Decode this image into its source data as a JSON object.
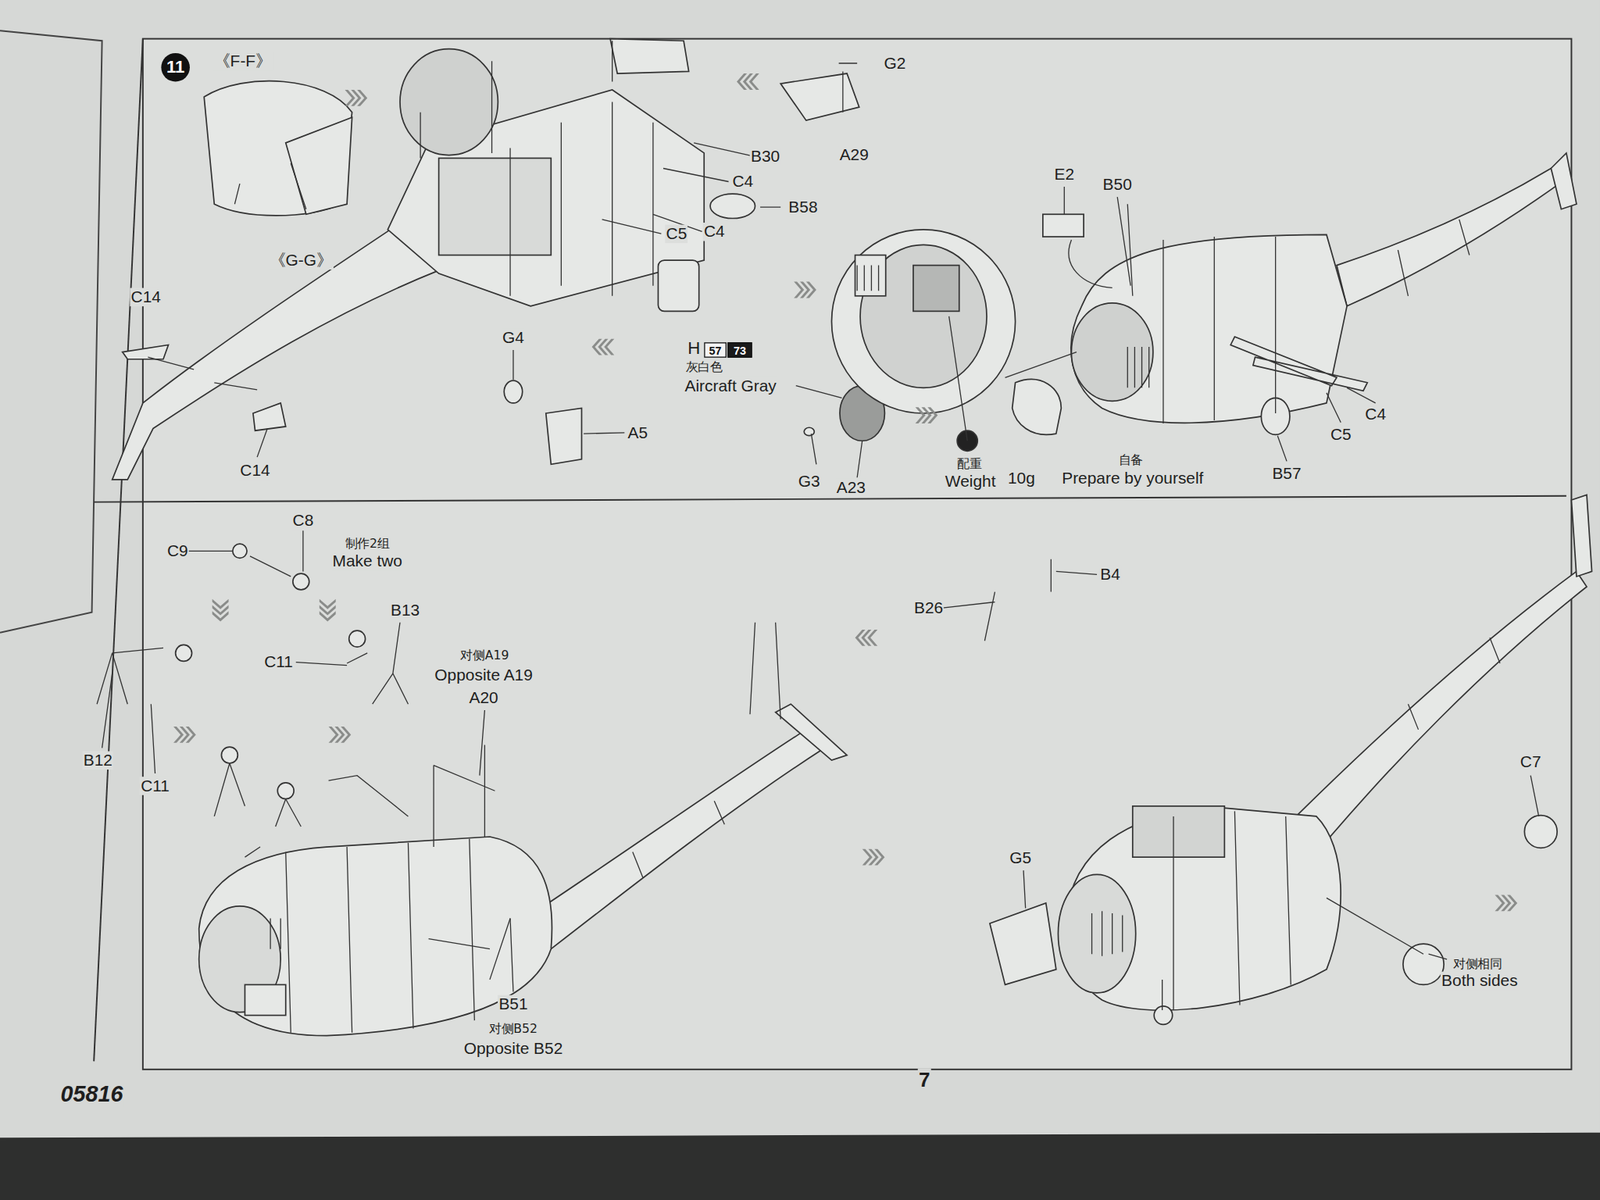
{
  "diagram": {
    "nodes": [
      {
        "text": [
          "11"
        ]
      },
      {
        "text": [
          "57"
        ]
      },
      {
        "text": [
          "73"
        ]
      }
    ],
    "labels": [
      "《F-F》",
      "《G-G》",
      "G2",
      "A29",
      "B30",
      "C4",
      "B58",
      "C4",
      "C5",
      "C14",
      "C14",
      "G4",
      "A5",
      "H",
      "灰白色",
      "Aircraft Gray",
      "G3",
      "A23",
      "配重",
      "Weight",
      "10g",
      "Prepare by yourself",
      "自备",
      "E2",
      "B50",
      "C5",
      "C4",
      "B57",
      "C8",
      "C9",
      "制作2组",
      "Make two",
      "B13",
      "C11",
      "对侧A19",
      "Opposite A19",
      "A20",
      "B12",
      "C11",
      "B51",
      "对侧B52",
      "Opposite B52",
      "B26",
      "B4",
      "G5",
      "C7",
      "对侧相同",
      "Both sides",
      "05816",
      "7"
    ]
  }
}
